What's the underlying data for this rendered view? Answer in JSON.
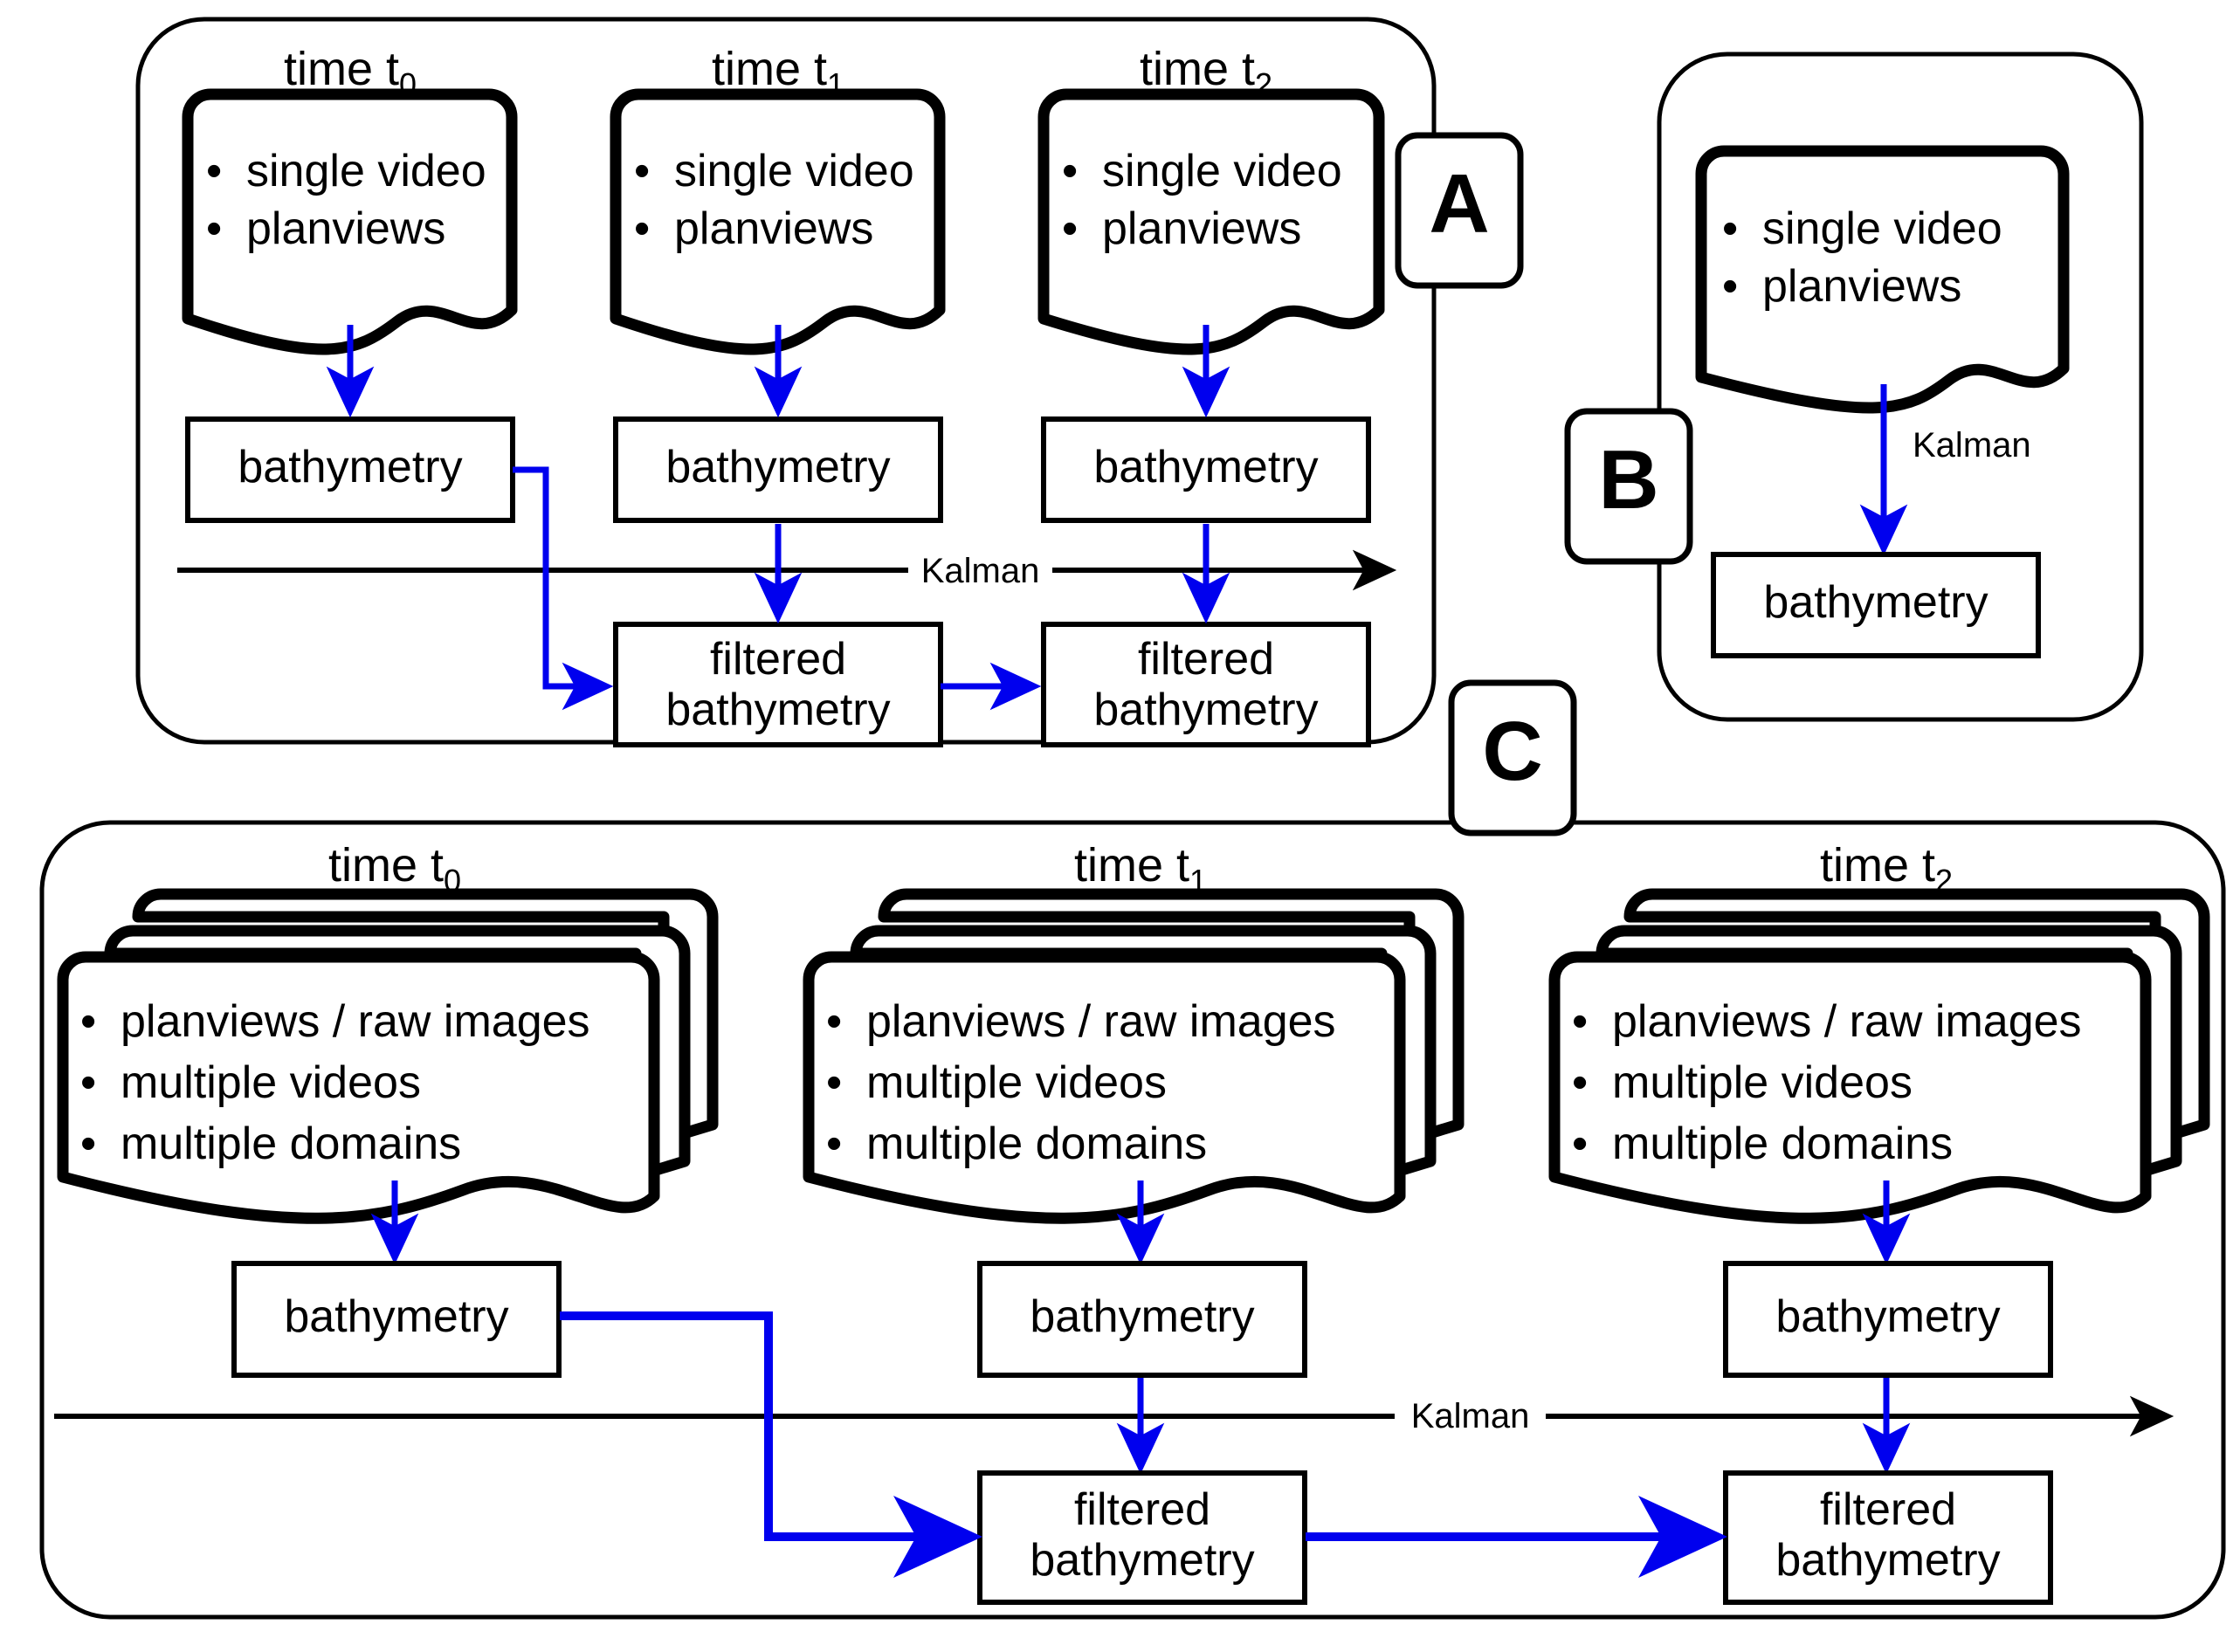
{
  "diagram": {
    "title": "Bathymetry estimation approaches A, B, C",
    "colors": {
      "stroke": "#000000",
      "arrow_blue": "#0000ee",
      "background": "#ffffff"
    }
  },
  "panels": [
    {
      "id": "A",
      "badge": "A",
      "columns": [
        {
          "time_label": "time t",
          "time_sub": "0",
          "doc": {
            "stacked": false,
            "bullets": [
              "single video",
              "planviews"
            ]
          },
          "boxes": [
            {
              "name": "bathymetry-box",
              "lines": [
                "bathymetry"
              ]
            }
          ]
        },
        {
          "time_label": "time t",
          "time_sub": "1",
          "doc": {
            "stacked": false,
            "bullets": [
              "single video",
              "planviews"
            ]
          },
          "boxes": [
            {
              "name": "bathymetry-box",
              "lines": [
                "bathymetry"
              ]
            },
            {
              "name": "filtered-bathymetry-box",
              "lines": [
                "filtered",
                "bathymetry"
              ]
            }
          ]
        },
        {
          "time_label": "time t",
          "time_sub": "2",
          "doc": {
            "stacked": false,
            "bullets": [
              "single video",
              "planviews"
            ]
          },
          "boxes": [
            {
              "name": "bathymetry-box",
              "lines": [
                "bathymetry"
              ]
            },
            {
              "name": "filtered-bathymetry-box",
              "lines": [
                "filtered",
                "bathymetry"
              ]
            }
          ]
        }
      ],
      "kalman_label": "Kalman"
    },
    {
      "id": "B",
      "badge": "B",
      "doc": {
        "stacked": false,
        "bullets": [
          "single video",
          "planviews"
        ]
      },
      "kalman_label": "Kalman",
      "box": {
        "name": "bathymetry-box",
        "lines": [
          "bathymetry"
        ]
      }
    },
    {
      "id": "C",
      "badge": "C",
      "columns": [
        {
          "time_label": "time t",
          "time_sub": "0",
          "doc": {
            "stacked": true,
            "bullets": [
              "planviews / raw images",
              "multiple videos",
              "multiple domains"
            ]
          },
          "boxes": [
            {
              "name": "bathymetry-box",
              "lines": [
                "bathymetry"
              ]
            }
          ]
        },
        {
          "time_label": "time t",
          "time_sub": "1",
          "doc": {
            "stacked": true,
            "bullets": [
              "planviews / raw images",
              "multiple videos",
              "multiple domains"
            ]
          },
          "boxes": [
            {
              "name": "bathymetry-box",
              "lines": [
                "bathymetry"
              ]
            },
            {
              "name": "filtered-bathymetry-box",
              "lines": [
                "filtered",
                "bathymetry"
              ]
            }
          ]
        },
        {
          "time_label": "time t",
          "time_sub": "2",
          "doc": {
            "stacked": true,
            "bullets": [
              "planviews / raw images",
              "multiple videos",
              "multiple domains"
            ]
          },
          "boxes": [
            {
              "name": "bathymetry-box",
              "lines": [
                "bathymetry"
              ]
            },
            {
              "name": "filtered-bathymetry-box",
              "lines": [
                "filtered",
                "bathymetry"
              ]
            }
          ]
        }
      ],
      "kalman_label": "Kalman"
    }
  ],
  "text": {
    "time_t0": "time t",
    "t0_sub": "0",
    "time_t1": "time t",
    "t1_sub": "1",
    "time_t2": "time t",
    "t2_sub": "2",
    "single_video": "single video",
    "planviews": "planviews",
    "planviews_raw": "planviews / raw images",
    "multiple_videos": "multiple videos",
    "multiple_domains": "multiple domains",
    "bathymetry": "bathymetry",
    "filtered": "filtered",
    "kalman": "Kalman",
    "badge_a": "A",
    "badge_b": "B",
    "badge_c": "C"
  }
}
